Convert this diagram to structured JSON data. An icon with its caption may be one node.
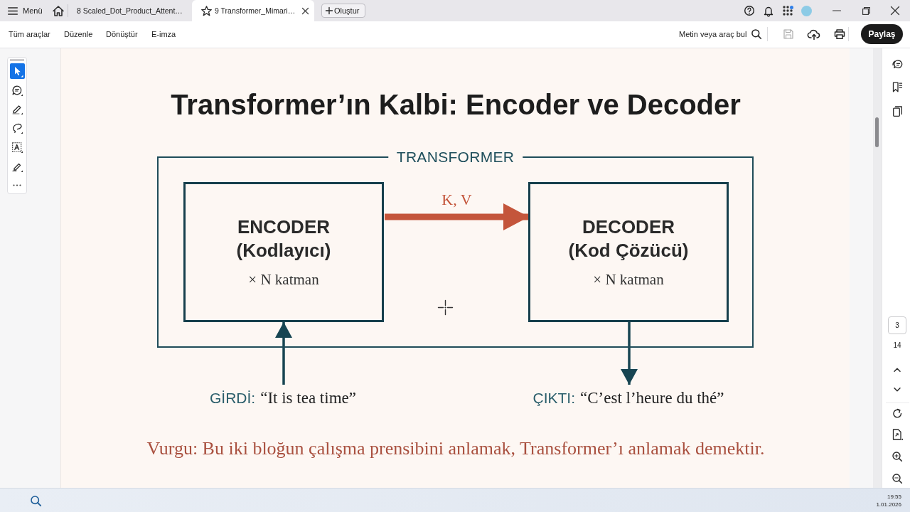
{
  "diagram": {
    "title": "Transformer’ın Kalbi: Encoder ve Decoder",
    "caption": "Vurgu: Bu iki bloğun çalışma prensibini anlamak, Transformer’ı anlamak demektir.",
    "nodes": [
      {
        "text": [
          "TRANSFORMER"
        ]
      },
      {
        "text": [
          "ENCODER (Kodlayıcı)",
          "× N katman"
        ],
        "in": 0
      },
      {
        "text": [
          "DECODER (Kod Çözücü)",
          "× N katman"
        ],
        "in": 0
      },
      {
        "text": [
          "GİRDİ:",
          "“It is tea time”"
        ]
      },
      {
        "text": [
          "ÇIKTI:",
          "“C’est l’heure du thé”"
        ]
      }
    ],
    "edges": [
      {
        "from": 1,
        "to": 2,
        "arrow": "to",
        "label": "K, V",
        "style": "thick",
        "color": "#c4553b"
      },
      {
        "from": 3,
        "to": 1,
        "arrow": "to"
      },
      {
        "from": 2,
        "to": 4,
        "arrow": "to"
      }
    ],
    "labels": [
      "Menü",
      "8 Scaled_Dot_Product_Attent…",
      "9 Transformer_Mimari…",
      "Oluştur",
      "Tüm araçlar",
      "Düzenle",
      "Dönüştür",
      "E-imza",
      "Metin veya araç bul",
      "Paylaş",
      "3",
      "14",
      "19:55",
      "1.01.2026"
    ]
  }
}
